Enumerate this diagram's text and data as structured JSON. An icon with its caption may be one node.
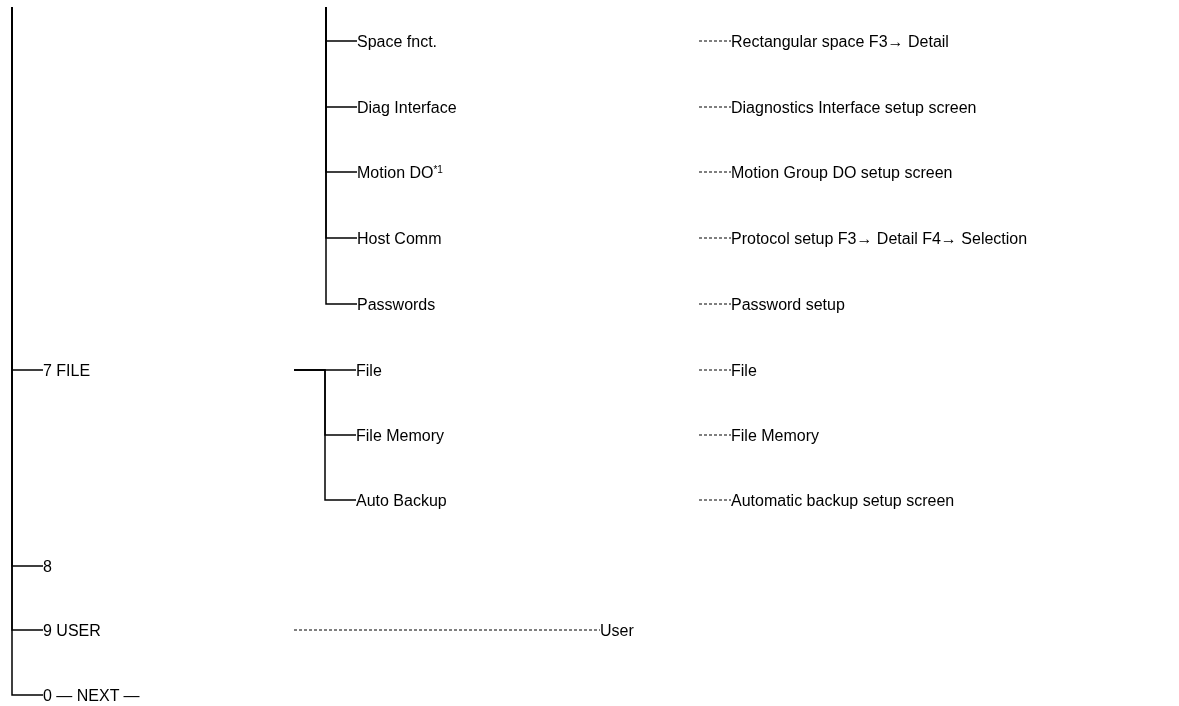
{
  "diagram": {
    "nodes": [
      {
        "text": [
          "Space fnct."
        ]
      },
      {
        "text": [
          "Rectangular space F3→ Detail"
        ]
      },
      {
        "text": [
          "Diag Interface"
        ]
      },
      {
        "text": [
          "Diagnostics Interface setup screen"
        ]
      },
      {
        "text": [
          "Motion DO$^{*1}$"
        ]
      },
      {
        "text": [
          "Motion Group DO setup screen"
        ]
      },
      {
        "text": [
          "Host Comm"
        ]
      },
      {
        "text": [
          "Protocol setup F3→ Detail F4→ Selection"
        ]
      },
      {
        "text": [
          "Passwords"
        ]
      },
      {
        "text": [
          "Password setup"
        ]
      },
      {
        "text": [
          "7 FILE"
        ]
      },
      {
        "text": [
          "File"
        ]
      },
      {
        "text": [
          "File"
        ]
      },
      {
        "text": [
          "File Memory"
        ]
      },
      {
        "text": [
          "File Memory"
        ]
      },
      {
        "text": [
          "Auto Backup"
        ]
      },
      {
        "text": [
          "Automatic backup setup screen"
        ]
      },
      {
        "text": [
          "8"
        ]
      },
      {
        "text": [
          "9 USER"
        ]
      },
      {
        "text": [
          "User"
        ]
      },
      {
        "text": [
          "0 — NEXT —"
        ]
      }
    ],
    "edges": [
      {
        "from": null,
        "to": 0,
        "arrow": "none"
      },
      {
        "from": null,
        "to": 2,
        "arrow": "none"
      },
      {
        "from": null,
        "to": 4,
        "arrow": "none"
      },
      {
        "from": null,
        "to": 6,
        "arrow": "none"
      },
      {
        "from": null,
        "to": 8,
        "arrow": "none"
      },
      {
        "from": null,
        "to": 1,
        "arrow": "none",
        "style": "dashed"
      },
      {
        "from": null,
        "to": 3,
        "arrow": "none",
        "style": "dashed"
      },
      {
        "from": null,
        "to": 5,
        "arrow": "none",
        "style": "dashed"
      },
      {
        "from": null,
        "to": 7,
        "arrow": "none",
        "style": "dashed"
      },
      {
        "from": null,
        "to": 9,
        "arrow": "none",
        "style": "dashed"
      },
      {
        "from": null,
        "to": 10,
        "arrow": "none"
      },
      {
        "from": null,
        "to": 11,
        "arrow": "none"
      },
      {
        "from": null,
        "to": 13,
        "arrow": "none"
      },
      {
        "from": null,
        "to": 15,
        "arrow": "none"
      },
      {
        "from": null,
        "to": 12,
        "arrow": "none",
        "style": "dashed"
      },
      {
        "from": null,
        "to": 14,
        "arrow": "none",
        "style": "dashed"
      },
      {
        "from": null,
        "to": 16,
        "arrow": "none",
        "style": "dashed"
      },
      {
        "from": null,
        "to": 17,
        "arrow": "none"
      },
      {
        "from": null,
        "to": 18,
        "arrow": "none"
      },
      {
        "from": null,
        "to": 19,
        "arrow": "none",
        "style": "dashed"
      },
      {
        "from": null,
        "to": 20,
        "arrow": "none"
      }
    ]
  }
}
